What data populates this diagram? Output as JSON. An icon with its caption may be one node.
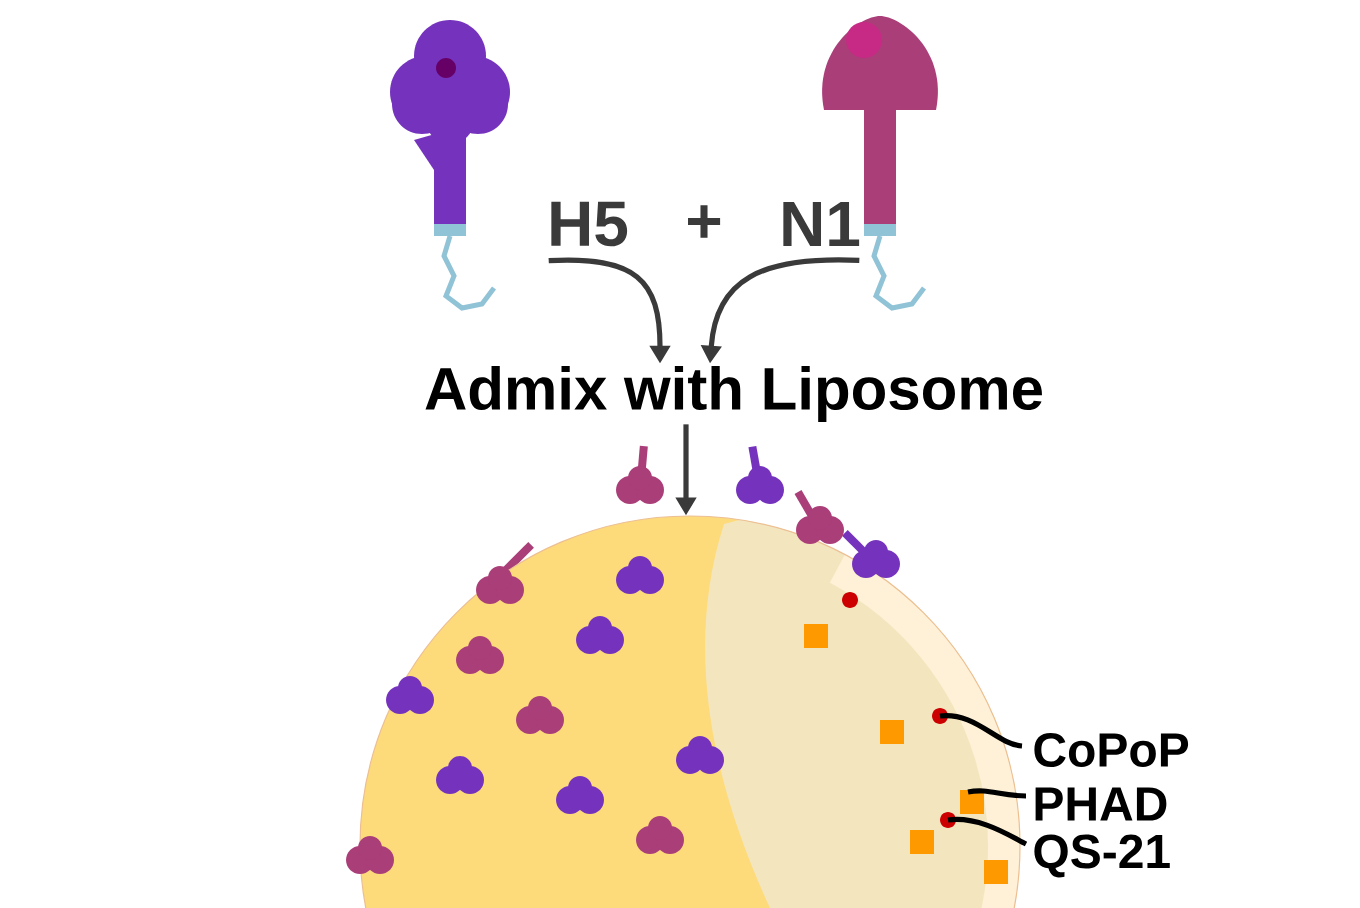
{
  "diagram": {
    "nodes": [
      {
        "text": [
          "H5"
        ]
      },
      {
        "text": [
          "N1"
        ]
      },
      {
        "text": [
          "Admix with Liposome"
        ]
      },
      {
        "text": [],
        "shape": "picture"
      },
      {
        "text": [
          "CoPoP"
        ]
      },
      {
        "text": [
          "PHAD"
        ]
      },
      {
        "text": [
          "QS-21"
        ]
      }
    ],
    "edges": [
      {
        "from": 0,
        "to": 2,
        "arrow": "to"
      },
      {
        "from": 1,
        "to": 2,
        "arrow": "to"
      },
      {
        "from": 2,
        "to": 3,
        "arrow": "to"
      },
      {
        "from": 4,
        "to": 3,
        "arrow": "none"
      },
      {
        "from": 5,
        "to": 3,
        "arrow": "none"
      },
      {
        "from": 6,
        "to": 3,
        "arrow": "none"
      }
    ],
    "labels": [
      "+"
    ]
  }
}
